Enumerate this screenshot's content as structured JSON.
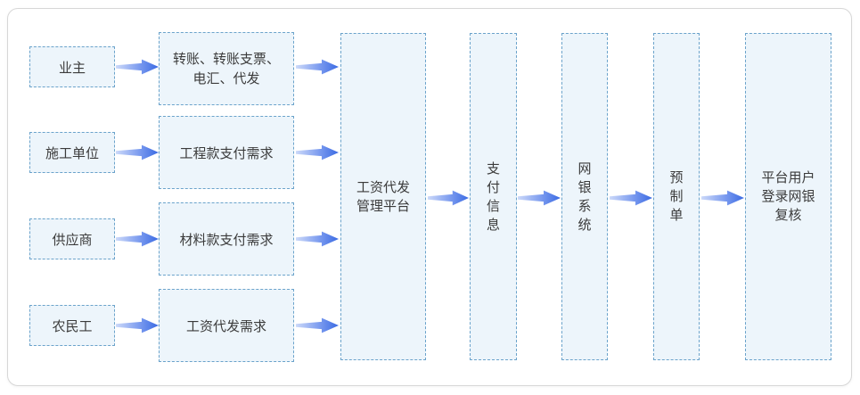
{
  "flow": {
    "sources": [
      {
        "label": "业主"
      },
      {
        "label": "施工单位"
      },
      {
        "label": "供应商"
      },
      {
        "label": "农民工"
      }
    ],
    "requests": [
      {
        "label": "转账、转账支票、电汇、代发",
        "lines": [
          "转账、转账支票、",
          "电汇、代发"
        ]
      },
      {
        "label": "工程款支付需求"
      },
      {
        "label": "材料款支付需求"
      },
      {
        "label": "工资代发需求"
      }
    ],
    "stages": [
      {
        "label": "工资代发管理平台",
        "lines": [
          "工资代发",
          "管理平台"
        ]
      },
      {
        "label": "支付信息",
        "lines": [
          "支",
          "付",
          "信",
          "息"
        ]
      },
      {
        "label": "网银系统",
        "lines": [
          "网",
          "银",
          "系",
          "统"
        ]
      },
      {
        "label": "预制单",
        "lines": [
          "预",
          "制",
          "单"
        ]
      },
      {
        "label": "平台用户登录网银复核",
        "lines": [
          "平台用户",
          "登录网银",
          "复核"
        ]
      }
    ],
    "colors": {
      "box_fill": "#edf5fb",
      "box_border": "#6ba3cb",
      "arrow_gradient_start": "#ccd9f9",
      "arrow_gradient_end": "#3a6ae3",
      "text": "#3b3b3b",
      "card_border": "#d7d7d7"
    }
  }
}
